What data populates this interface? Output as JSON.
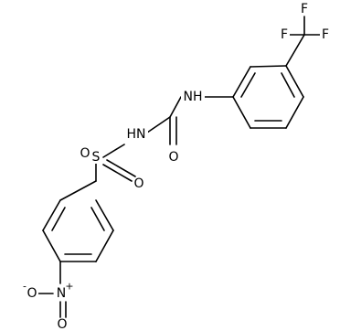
{
  "structure": {
    "atoms": {
      "F_top": "F",
      "F_left": "F",
      "F_right": "F",
      "NH_top": "NH",
      "NH_mid": "HN",
      "O_carbonyl": "O",
      "S": "S",
      "O_sulfonyl_left": "O",
      "O_sulfonyl_right": "O",
      "N_nitro": "N",
      "O_nitro_minus": "O",
      "O_nitro_double": "O"
    },
    "charges": {
      "nitro_N": "+",
      "nitro_O": "-"
    }
  }
}
